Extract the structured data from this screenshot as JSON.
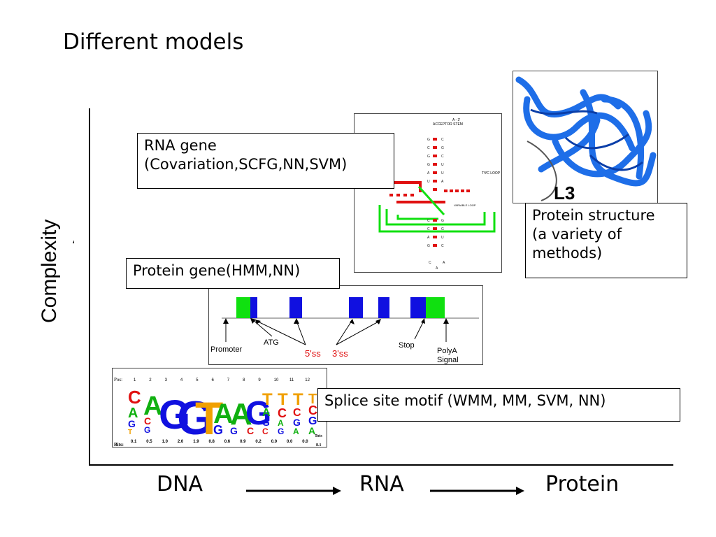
{
  "title": "Different models",
  "y_axis_label": "Complexity",
  "x_axis": {
    "labels": [
      "DNA",
      "RNA",
      "Protein"
    ]
  },
  "boxes": {
    "rna_gene_line1": "RNA gene",
    "rna_gene_line2": "(Covariation,SCFG,NN,SVM)",
    "protein_structure_line1": "Protein structure",
    "protein_structure_line2": "(a variety of",
    "protein_structure_line3": "methods)",
    "protein_gene": "Protein gene(HMM,NN)",
    "splice_site": "Splice site motif (WMM, MM, SVM, NN)"
  },
  "gene_diagram": {
    "labels": {
      "promoter": "Promoter",
      "atg": "ATG",
      "ss5": "5'ss",
      "ss3": "3'ss",
      "stop": "Stop",
      "polya_line1": "PolyA",
      "polya_line2": "Signal"
    }
  },
  "protein_image": {
    "label": "L3"
  },
  "logo": {
    "pos_label": "Pos:",
    "bits_label": "Bits:",
    "tots_label": "Tots",
    "positions": [
      "1",
      "2",
      "3",
      "4",
      "5",
      "6",
      "7",
      "8",
      "9",
      "10",
      "11",
      "12"
    ],
    "bits": [
      "0.1",
      "0.5",
      "1.0",
      "2.0",
      "1.9",
      "0.8",
      "0.6",
      "0.9",
      "0.2",
      "0.0",
      "0.0",
      "0.0"
    ],
    "total": "8.1"
  },
  "trna": {
    "acceptor_label": "ACCEPTOR STEM",
    "tpsic_label": "TΨC LOOP",
    "variable_label": "VARIABLE LOOP",
    "end_label": "A - 3'"
  },
  "colors": {
    "exon_blue": "#1010e0",
    "exon_green": "#10e010",
    "red": "#e01010",
    "protein_blue": "#1e6ee8"
  }
}
